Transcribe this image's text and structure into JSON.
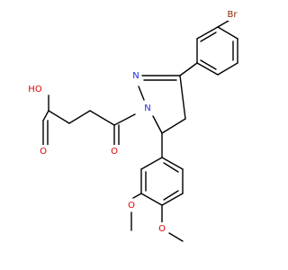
{
  "molecule": {
    "atoms": [
      {
        "id": "Br",
        "text": "Br",
        "color": "#8B2500",
        "role": "bromine"
      },
      {
        "id": "N1",
        "text": "N",
        "color": "#1d2bdc",
        "role": "nitrogen-1"
      },
      {
        "id": "N2",
        "text": "N",
        "color": "#1d2bdc",
        "role": "nitrogen-2"
      },
      {
        "id": "O_acid_OH",
        "text": "HO",
        "color": "#e00000",
        "role": "hydroxyl-oxygen"
      },
      {
        "id": "O_acid_carbonyl",
        "text": "O",
        "color": "#e00000",
        "role": "acid-carbonyl-oxygen"
      },
      {
        "id": "O_amide",
        "text": "O",
        "color": "#e00000",
        "role": "amide-carbonyl-oxygen"
      },
      {
        "id": "O_meo1",
        "text": "O",
        "color": "#e00000",
        "role": "methoxy-oxygen-3"
      },
      {
        "id": "O_meo2",
        "text": "O",
        "color": "#e00000",
        "role": "methoxy-oxygen-4"
      }
    ]
  }
}
